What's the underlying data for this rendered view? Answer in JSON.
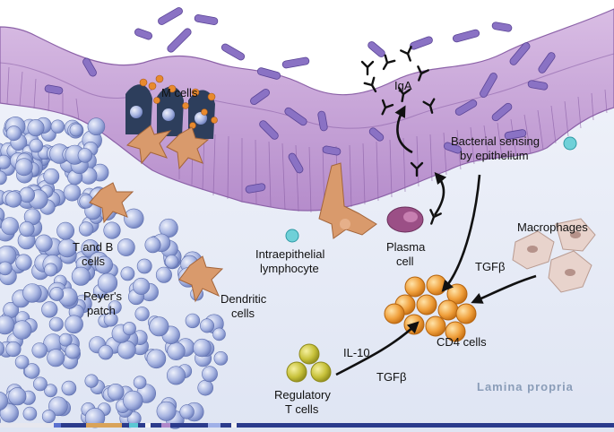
{
  "labels": {
    "m_cells": "M cells",
    "iga": "IgA",
    "bacterial_sensing_1": "Bacterial sensing",
    "bacterial_sensing_2": "by epithelium",
    "macrophages": "Macrophages",
    "tgfb_macro": "TGFβ",
    "t_and_b_1": "T and B",
    "t_and_b_2": "cells",
    "intraepithelial_1": "Intraepithelial",
    "intraepithelial_2": "lymphocyte",
    "plasma_1": "Plasma",
    "plasma_2": "cell",
    "peyers_1": "Peyer's",
    "peyers_2": "patch",
    "dendritic_1": "Dendritic",
    "dendritic_2": "cells",
    "cd4": "CD4 cells",
    "il10": "IL-10",
    "tgfb_reg": "TGFβ",
    "regulatory_1": "Regulatory",
    "regulatory_2": "T cells",
    "lamina_propria": "Lamina propria"
  },
  "colors": {
    "lumen": "#ffffff",
    "epithelium": "#c9a6d6",
    "epithelium_dark": "#a77bbf",
    "lamina": "#e3e9f5",
    "bacteria": "#8a72c4",
    "lymphocyte": "#a9b6e2",
    "dendritic": "#d99a6c",
    "cd4": "#f0a03c",
    "regulatory": "#c7c13a",
    "plasma": "#9b4f86",
    "macrophage": "#e8d3cc",
    "antibody": "#111111",
    "accent_teal": "#6fd0d8"
  }
}
